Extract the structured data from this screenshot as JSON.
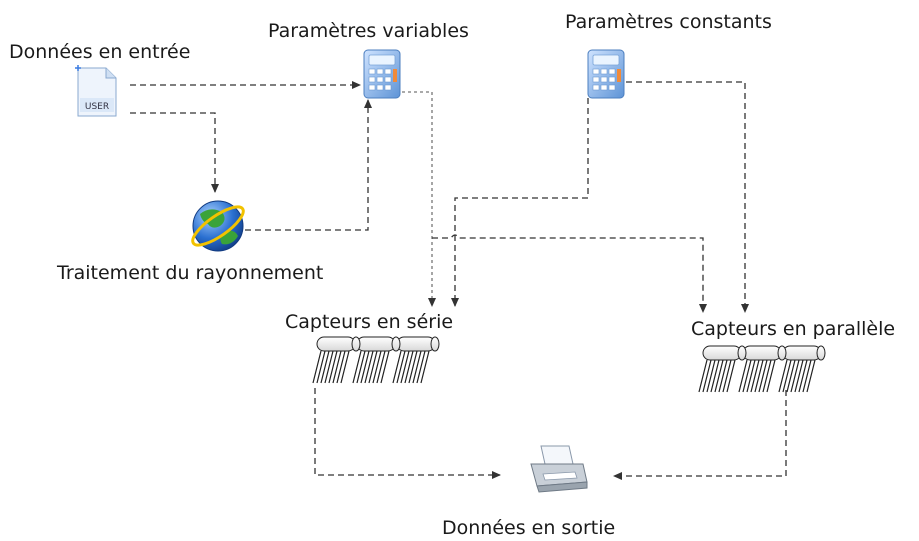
{
  "nodes": {
    "input": {
      "label": "Données en entrée",
      "icon": "user-file-icon",
      "icon_text": "USER"
    },
    "variables": {
      "label": "Paramètres variables",
      "icon": "calculator-icon"
    },
    "constants": {
      "label": "Paramètres constants",
      "icon": "calculator-icon"
    },
    "radiation": {
      "label": "Traitement du rayonnement",
      "icon": "globe-icon"
    },
    "serial": {
      "label": "Capteurs en série",
      "icon": "solar-collector-icon"
    },
    "parallel": {
      "label": "Capteurs en parallèle",
      "icon": "solar-collector-icon"
    },
    "output": {
      "label": "Données en sortie",
      "icon": "printer-icon"
    }
  },
  "colors": {
    "line": "#333333",
    "lineLight": "#777777",
    "calcBlue": "#7fb0e8",
    "globeBlue": "#1f5fbf",
    "globeGreen": "#3aa33a"
  }
}
